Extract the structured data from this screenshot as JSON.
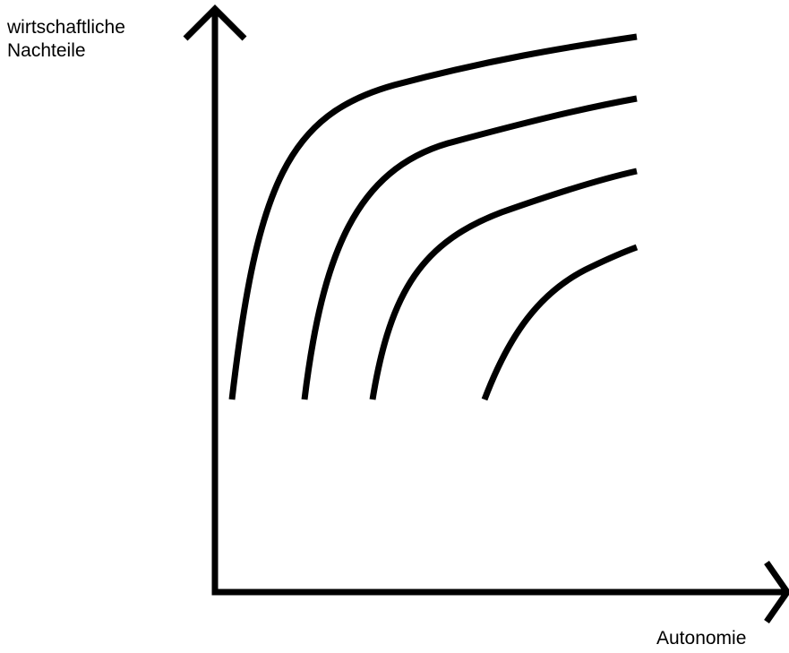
{
  "diagram": {
    "y_axis_label_line1": "wirtschaftliche",
    "y_axis_label_line2": "Nachteile",
    "x_axis_label": "Autonomie",
    "curve_count": 4,
    "line_color": "#000000",
    "background_color": "#ffffff"
  }
}
